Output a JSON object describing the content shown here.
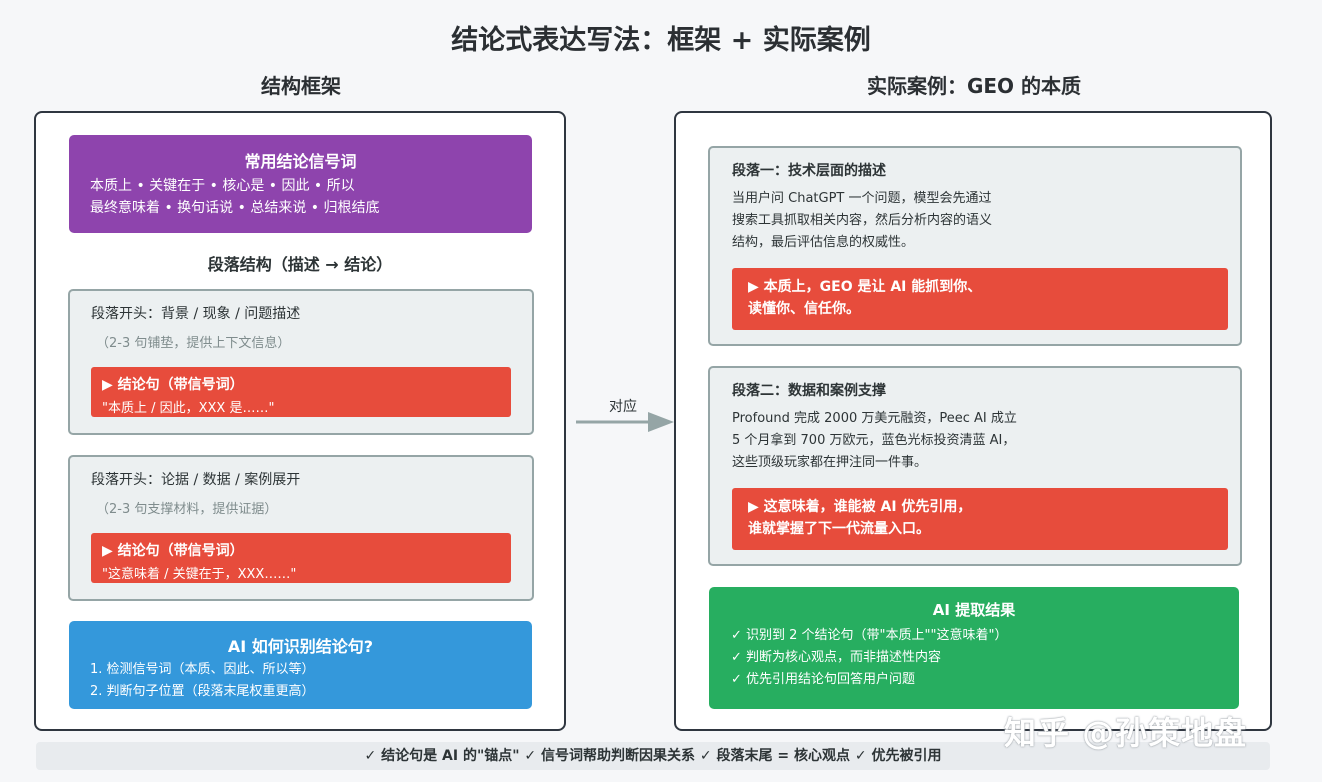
{
  "title": "结论式表达写法：框架 + 实际案例",
  "left": {
    "heading": "结构框架",
    "signal_box": {
      "title": "常用结论信号词",
      "line1": "本质上 • 关键在于 • 核心是 • 因此 • 所以",
      "line2": "最终意味着 • 换句话说 • 总结来说 • 归根结底"
    },
    "structure_title": "段落结构（描述 → 结论）",
    "para1": {
      "head": "段落开头：背景 / 现象 / 问题描述",
      "note": "（2-3 句铺垫，提供上下文信息）",
      "conclusion_title": "▶ 结论句（带信号词）",
      "conclusion_text": "\"本质上 / 因此，XXX 是……\""
    },
    "para2": {
      "head": "段落开头：论据 / 数据 / 案例展开",
      "note": "（2-3 句支撑材料，提供证据）",
      "conclusion_title": "▶ 结论句（带信号词）",
      "conclusion_text": "\"这意味着 / 关键在于，XXX……\""
    },
    "ai_box": {
      "title": "AI 如何识别结论句?",
      "item1": "1. 检测信号词（本质、因此、所以等）",
      "item2": "2. 判断句子位置（段落末尾权重更高）"
    }
  },
  "arrow_label": "对应",
  "right": {
    "heading": "实际案例：GEO 的本质",
    "para1": {
      "title": "段落一：技术层面的描述",
      "line1": "当用户问 ChatGPT 一个问题，模型会先通过",
      "line2": "搜索工具抓取相关内容，然后分析内容的语义",
      "line3": "结构，最后评估信息的权威性。",
      "conclusion1": "▶ 本质上，GEO 是让 AI 能抓到你、",
      "conclusion2": "读懂你、信任你。"
    },
    "para2": {
      "title": "段落二：数据和案例支撑",
      "line1": "Profound 完成 2000 万美元融资，Peec AI 成立",
      "line2": "5 个月拿到 700 万欧元，蓝色光标投资清蓝 AI，",
      "line3": "这些顶级玩家都在押注同一件事。",
      "conclusion1": "▶ 这意味着，谁能被 AI 优先引用，",
      "conclusion2": "谁就掌握了下一代流量入口。"
    },
    "result_box": {
      "title": "AI 提取结果",
      "item1": "✓ 识别到 2 个结论句（带\"本质上\"\"这意味着\"）",
      "item2": "✓ 判断为核心观点，而非描述性内容",
      "item3": "✓ 优先引用结论句回答用户问题"
    }
  },
  "footer": "✓ 结论句是 AI 的\"锚点\" ✓ 信号词帮助判断因果关系 ✓ 段落末尾 = 核心观点 ✓ 优先被引用",
  "watermark": "知乎 @孙策地盘",
  "colors": {
    "purple": "#8e44ad",
    "red": "#e74c3c",
    "blue": "#3498db",
    "green": "#27ae60",
    "grey_border": "#95a5a6",
    "arrow": "#95a5a6"
  }
}
